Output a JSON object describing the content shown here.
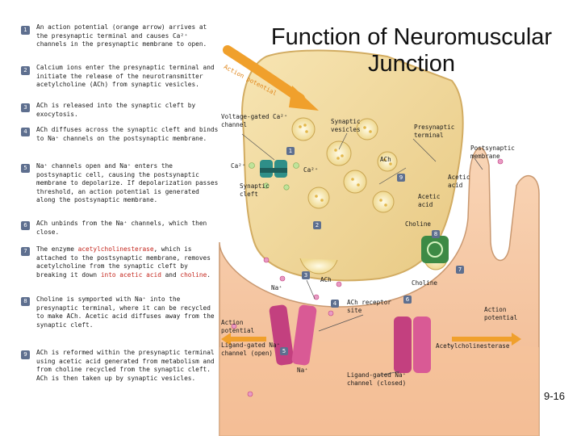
{
  "title": "Function of Neuromuscular Junction",
  "page_number": "9-16",
  "steps": [
    {
      "n": "1",
      "text": "An action potential (orange arrow) arrives at the presynaptic terminal and causes Ca²⁺ channels in the presynaptic membrane to open."
    },
    {
      "n": "2",
      "text": "Calcium ions enter the presynaptic terminal and initiate the release of the neurotransmitter acetylcholine (ACh) from synaptic vesicles."
    },
    {
      "n": "3",
      "text": "ACh is released into the synaptic cleft by exocytosis."
    },
    {
      "n": "4",
      "text": "ACh diffuses across the synaptic cleft and binds to Na⁺ channels on the postsynaptic membrane."
    },
    {
      "n": "5",
      "text": "Na⁺ channels open and Na⁺ enters the postsynaptic cell, causing the postsynaptic membrane to depolarize. If depolarization passes threshold, an action potential is generated along the postsynaptic membrane."
    },
    {
      "n": "6",
      "text": "ACh unbinds from the Na⁺ channels, which then close."
    },
    {
      "n": "7",
      "text_a": "The enzyme ",
      "text_red1": "acetylcholinesterase",
      "text_b": ", which is attached to the postsynaptic membrane, removes acetylcholine from the synaptic cleft by breaking it down ",
      "text_red2": "into acetic acid",
      "text_c": " and ",
      "text_red3": "choline",
      "text_d": "."
    },
    {
      "n": "8",
      "text": "Choline is symported with Na⁺ into the presynaptic terminal, where it can be recycled to make ACh. Acetic acid diffuses away from the synaptic cleft."
    },
    {
      "n": "9",
      "text": "ACh is reformed within the presynaptic terminal using acetic acid generated from metabolism and from choline recycled from the synaptic cleft. ACh is then taken up by synaptic vesicles."
    }
  ],
  "labels": {
    "action_potential_arrow": "Action potential",
    "vg_channel": "Voltage-gated Ca²⁺ channel",
    "synaptic_vesicles": "Synaptic vesicles",
    "presynaptic_terminal": "Presynaptic terminal",
    "postsynaptic_membrane": "Postsynaptic membrane",
    "ca_left": "Ca²⁺",
    "ca_right": "Ca²⁺",
    "ach_top": "ACh",
    "acetic_acid_1": "Acetic acid",
    "acetic_acid_2": "Acetic acid",
    "synaptic_cleft": "Synaptic cleft",
    "choline_1": "Choline",
    "choline_2": "Choline",
    "ach_mid": "ACh",
    "na_1": "Na⁺",
    "ach_receptor": "ACh receptor site",
    "action_potential_left": "Action potential",
    "action_potential_right": "Action potential",
    "lg_open": "Ligand-gated Na⁺ channel (open)",
    "acetylcholinesterase": "Acetylcholinesterase",
    "na_2": "Na⁺",
    "lg_closed": "Ligand-gated Na⁺ channel (closed)"
  },
  "badges": [
    "1",
    "2",
    "3",
    "4",
    "5",
    "6",
    "7",
    "8",
    "9"
  ],
  "colors": {
    "terminal_fill": "#f2d99a",
    "terminal_edge": "#d8b46a",
    "muscle_fill": "#f6c9a4",
    "arrow_orange": "#f0a02c",
    "channel_magenta": "#c3407f",
    "vesicle_fill": "#fbf0c8",
    "badge": "#5e6f8f",
    "accent_red": "#c4261d"
  }
}
